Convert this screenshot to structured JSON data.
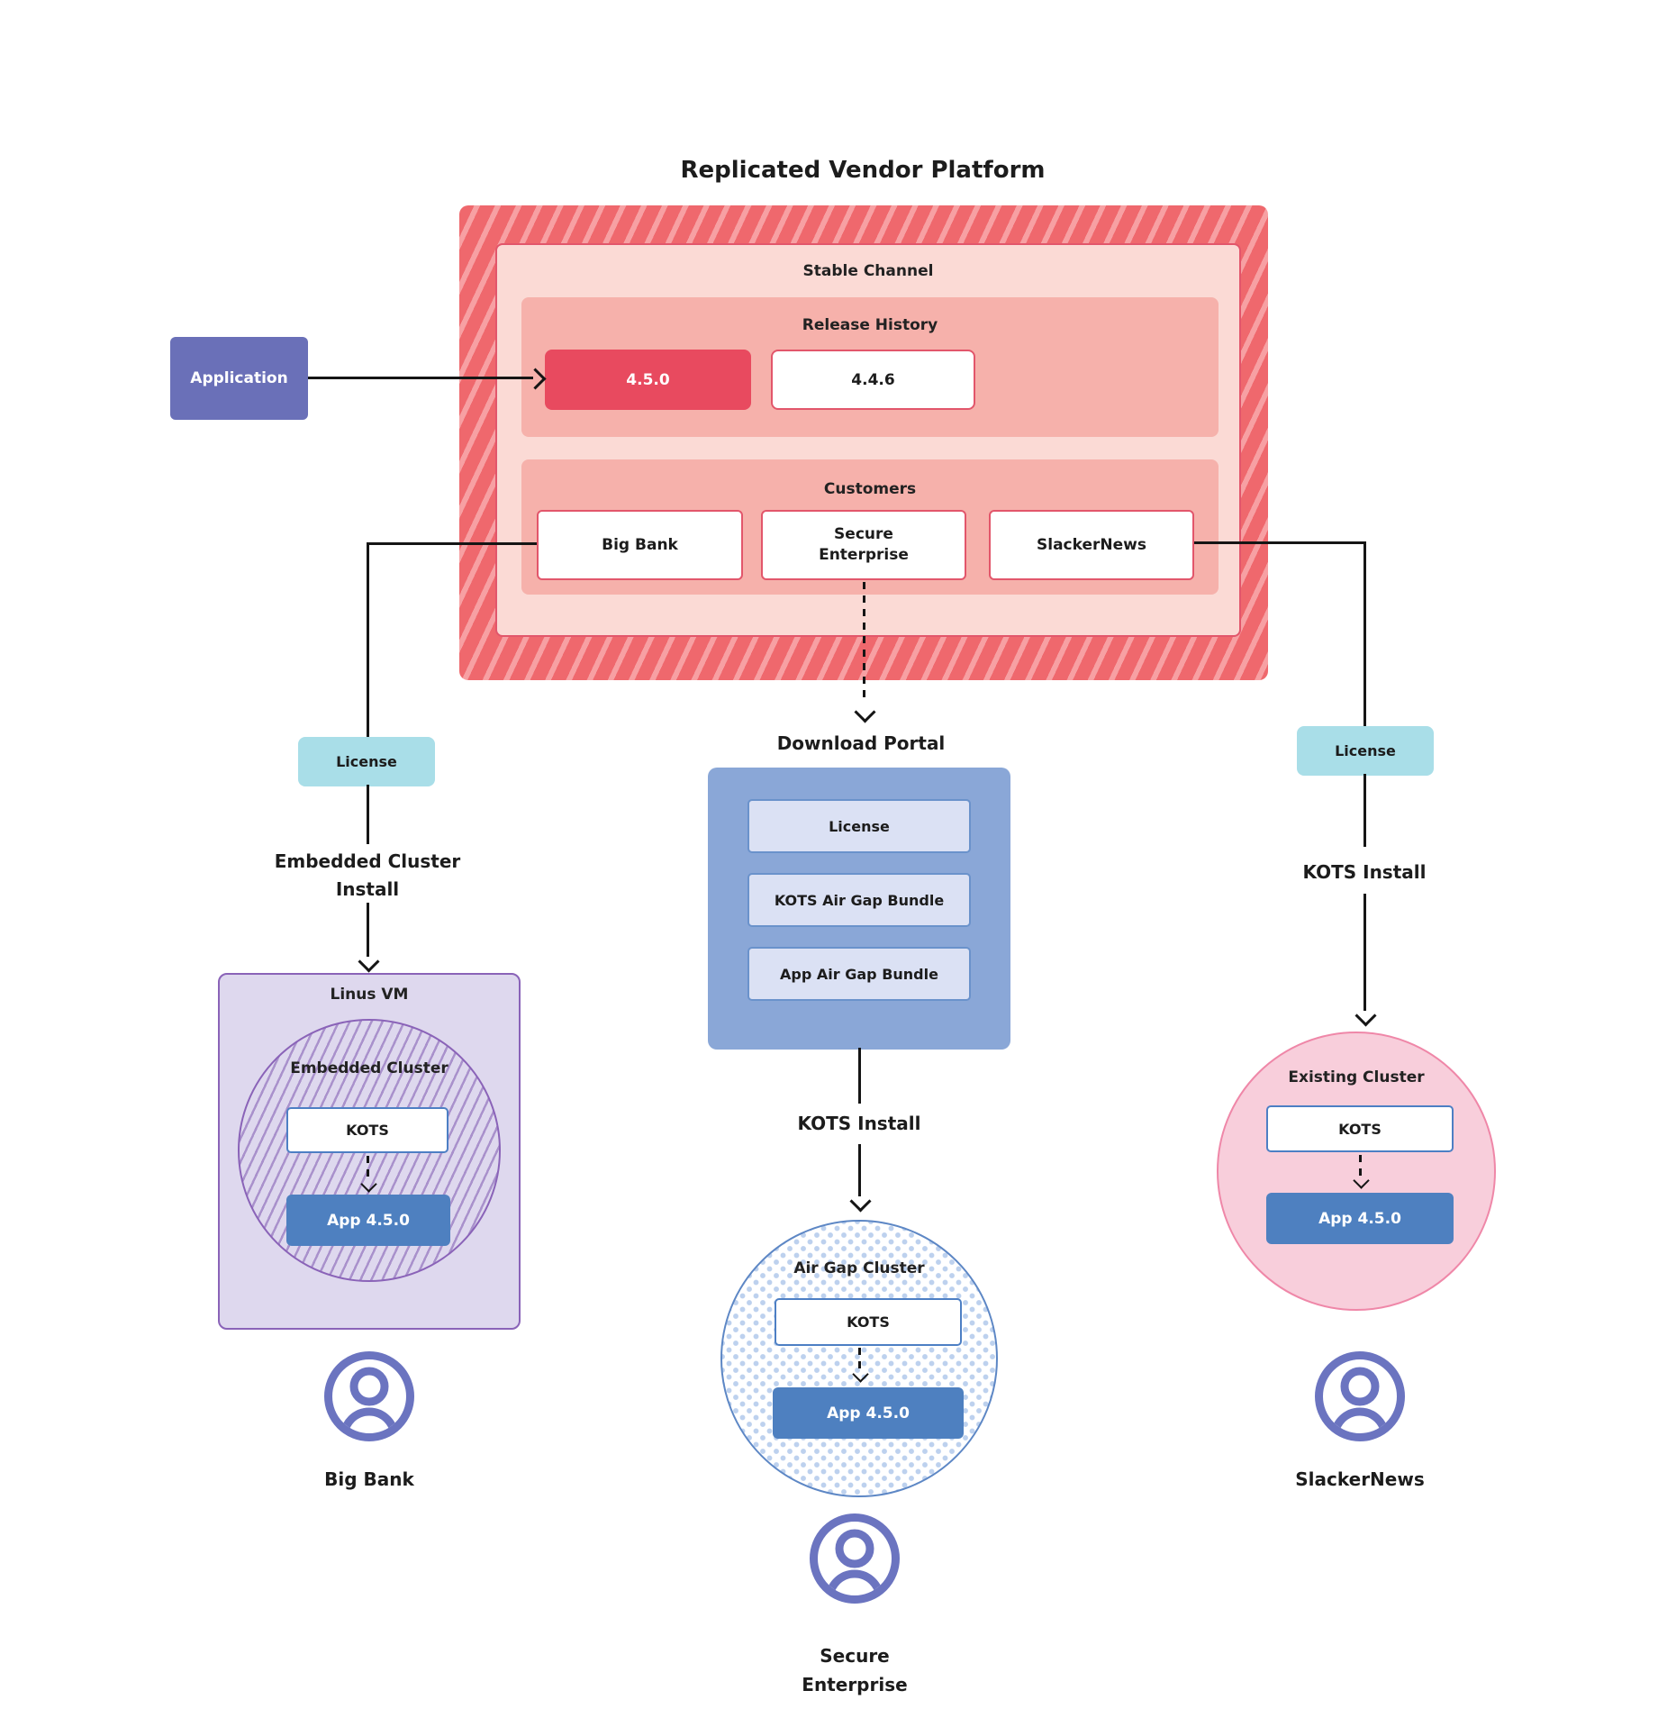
{
  "title": "Replicated Vendor Platform",
  "application": {
    "label": "Application"
  },
  "platform": {
    "stable_channel": {
      "title": "Stable Channel"
    },
    "release_history": {
      "title": "Release History",
      "releases": [
        {
          "label": "4.5.0",
          "highlight": true
        },
        {
          "label": "4.4.6",
          "highlight": false
        }
      ]
    },
    "customers": {
      "title": "Customers",
      "items": [
        {
          "label": "Big Bank"
        },
        {
          "label": "Secure\nEnterprise"
        },
        {
          "label": "SlackerNews"
        }
      ]
    }
  },
  "left_flow": {
    "license_label": "License",
    "install_label": "Embedded Cluster\nInstall"
  },
  "middle_flow": {
    "portal_title": "Download Portal",
    "portal_items": [
      "License",
      "KOTS Air Gap Bundle",
      "App Air Gap Bundle"
    ],
    "install_label": "KOTS Install"
  },
  "right_flow": {
    "license_label": "License",
    "install_label": "KOTS Install"
  },
  "clusters": {
    "embedded": {
      "vm_title": "Linus VM",
      "title": "Embedded Cluster",
      "kots": "KOTS",
      "app": "App 4.5.0"
    },
    "airgap": {
      "title": "Air Gap Cluster",
      "kots": "KOTS",
      "app": "App 4.5.0"
    },
    "existing": {
      "title": "Existing Cluster",
      "kots": "KOTS",
      "app": "App 4.5.0"
    }
  },
  "users": {
    "big_bank": "Big Bank",
    "secure_enterprise": "Secure\nEnterprise",
    "slackernews": "SlackerNews"
  },
  "colors": {
    "stripe_red": "#ef686d",
    "stripe_light": "#f7a0a3",
    "channel_bg": "#fbdad5",
    "channel_border": "#e2566b",
    "section_bg": "#f6b1ab",
    "release_highlight": "#e84a5f",
    "application_bg": "#6a70b8",
    "license_bg": "#a9dee8",
    "portal_bg": "#8aa7d7",
    "portal_item_bg": "#dbe1f4",
    "portal_item_border": "#6a92cb",
    "vm_bg": "#ded8ee",
    "vm_border": "#8a63b8",
    "kots_border": "#4d7fc4",
    "app_bg": "#4e80c0",
    "airgap_border": "#5d87c5",
    "airgap_dot": "#bdd1ee",
    "existing_bg": "#f8cedb",
    "existing_border": "#ef87a8",
    "user_icon": "#6b74c0",
    "connector": "#151515"
  }
}
